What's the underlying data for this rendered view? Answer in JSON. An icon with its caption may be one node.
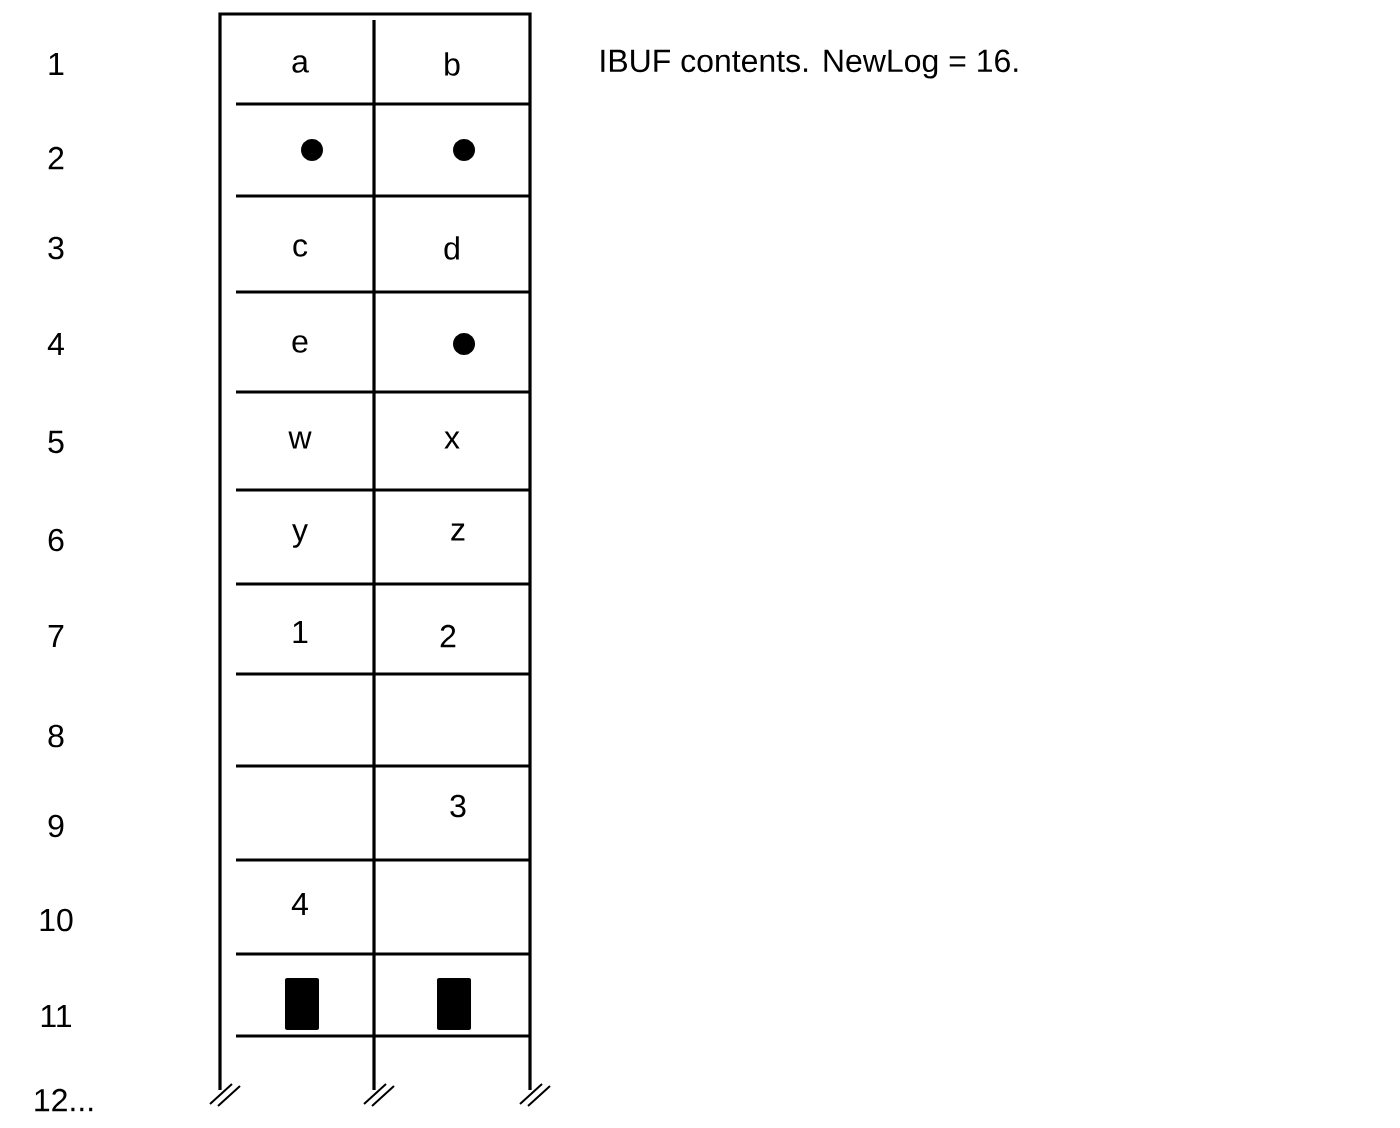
{
  "diagram": {
    "caption": "IBUF contents.  NewLog = 16.",
    "labels": [
      "1",
      "a",
      "b",
      "2",
      "3",
      "c",
      "d",
      "4",
      "e",
      "5",
      "w",
      "x",
      "6",
      "y",
      "z",
      "7",
      "1",
      "2",
      "8",
      "9",
      "3",
      "10",
      "4",
      "11",
      "12..."
    ]
  }
}
